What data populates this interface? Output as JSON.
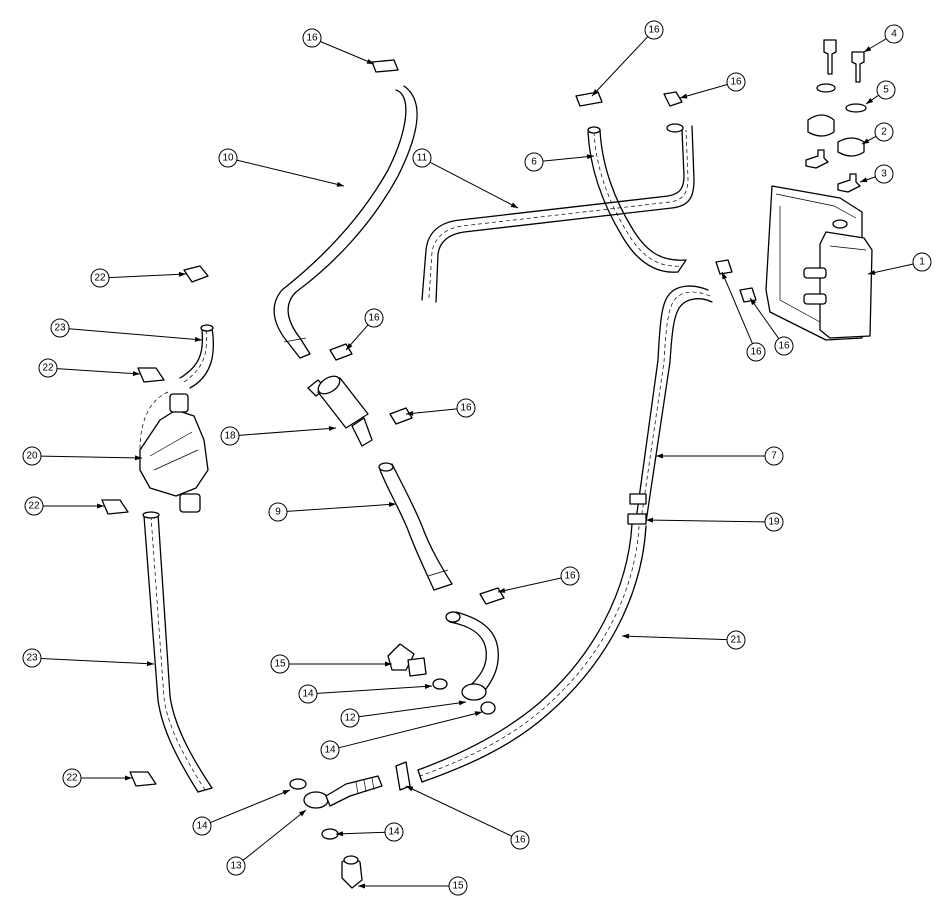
{
  "callouts": [
    {
      "label": "1"
    },
    {
      "label": "2"
    },
    {
      "label": "3"
    },
    {
      "label": "4"
    },
    {
      "label": "5"
    },
    {
      "label": "6"
    },
    {
      "label": "7"
    },
    {
      "label": "9"
    },
    {
      "label": "10"
    },
    {
      "label": "11"
    },
    {
      "label": "12"
    },
    {
      "label": "13"
    },
    {
      "label": "14"
    },
    {
      "label": "14"
    },
    {
      "label": "14"
    },
    {
      "label": "14"
    },
    {
      "label": "15"
    },
    {
      "label": "15"
    },
    {
      "label": "16"
    },
    {
      "label": "16"
    },
    {
      "label": "16"
    },
    {
      "label": "16"
    },
    {
      "label": "16"
    },
    {
      "label": "16"
    },
    {
      "label": "16"
    },
    {
      "label": "16"
    },
    {
      "label": "16"
    },
    {
      "label": "18"
    },
    {
      "label": "19"
    },
    {
      "label": "20"
    },
    {
      "label": "21"
    },
    {
      "label": "22"
    },
    {
      "label": "22"
    },
    {
      "label": "22"
    },
    {
      "label": "22"
    },
    {
      "label": "23"
    },
    {
      "label": "23"
    }
  ]
}
